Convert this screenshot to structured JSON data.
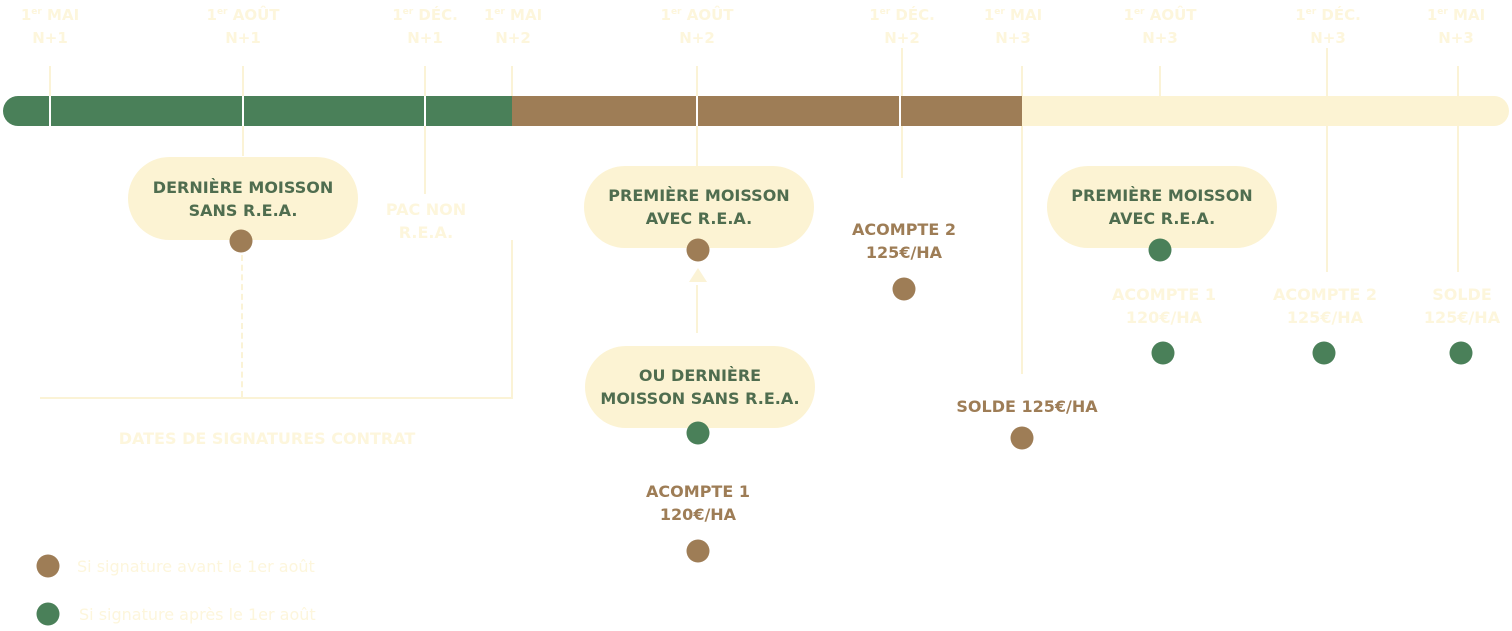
{
  "colors": {
    "green": "#4a8059",
    "brown": "#9e7d56",
    "cream": "#fdf6dc",
    "pill_bg": "#fcf3d3",
    "pill_text": "#4f6d4f"
  },
  "dates": [
    {
      "d": "1",
      "s": "er",
      "m": " MAI",
      "n": "N+1"
    },
    {
      "d": "1",
      "s": "er",
      "m": " AOÛT",
      "n": "N+1"
    },
    {
      "d": "1",
      "s": "er",
      "m": " DÉC.",
      "n": "N+1"
    },
    {
      "d": "1",
      "s": "er",
      "m": " MAI",
      "n": "N+2"
    },
    {
      "d": "1",
      "s": "er",
      "m": " AOÛT",
      "n": "N+2"
    },
    {
      "d": "1",
      "s": "er",
      "m": " DÉC.",
      "n": "N+2"
    },
    {
      "d": "1",
      "s": "er",
      "m": " MAI",
      "n": "N+3"
    },
    {
      "d": "1",
      "s": "er",
      "m": " AOÛT",
      "n": "N+3"
    },
    {
      "d": "1",
      "s": "er",
      "m": " DÉC.",
      "n": "N+3"
    },
    {
      "d": "1",
      "s": "er",
      "m": " MAI",
      "n": "N+3"
    }
  ],
  "phases": [
    {
      "name": "phase-1",
      "color": "#4a8059"
    },
    {
      "name": "phase-2",
      "color": "#9e7d56"
    },
    {
      "name": "phase-3",
      "color": "#fcf3d3"
    }
  ],
  "pills": {
    "derniere_sans": "DERNIÈRE MOISSON\nSANS R.E.A.",
    "premiere_avec_1": "PREMIÈRE MOISSON\nAVEC R.E.A.",
    "ou_derniere": "OU DERNIÈRE\nMOISSON SANS R.E.A.",
    "premiere_avec_2": "PREMIÈRE MOISSON\nAVEC R.E.A."
  },
  "labels": {
    "pac_non": "PAC NON\nR.E.A.",
    "acompte2_brown": "ACOMPTE 2\n125€/HA",
    "acompte1_brown": "ACOMPTE 1\n120€/HA",
    "solde_brown": "SOLDE 125€/HA",
    "acompte1_green": "ACOMPTE 1\n120€/HA",
    "acompte2_green": "ACOMPTE 2\n125€/HA",
    "solde_green": "SOLDE\n125€/HA",
    "dates_signatures": "DATES DE SIGNATURES CONTRAT"
  },
  "legend": [
    {
      "color": "#9e7d56",
      "text": "Si signature avant le 1er août"
    },
    {
      "color": "#4a8059",
      "text": "Si signature après le 1er août"
    }
  ]
}
